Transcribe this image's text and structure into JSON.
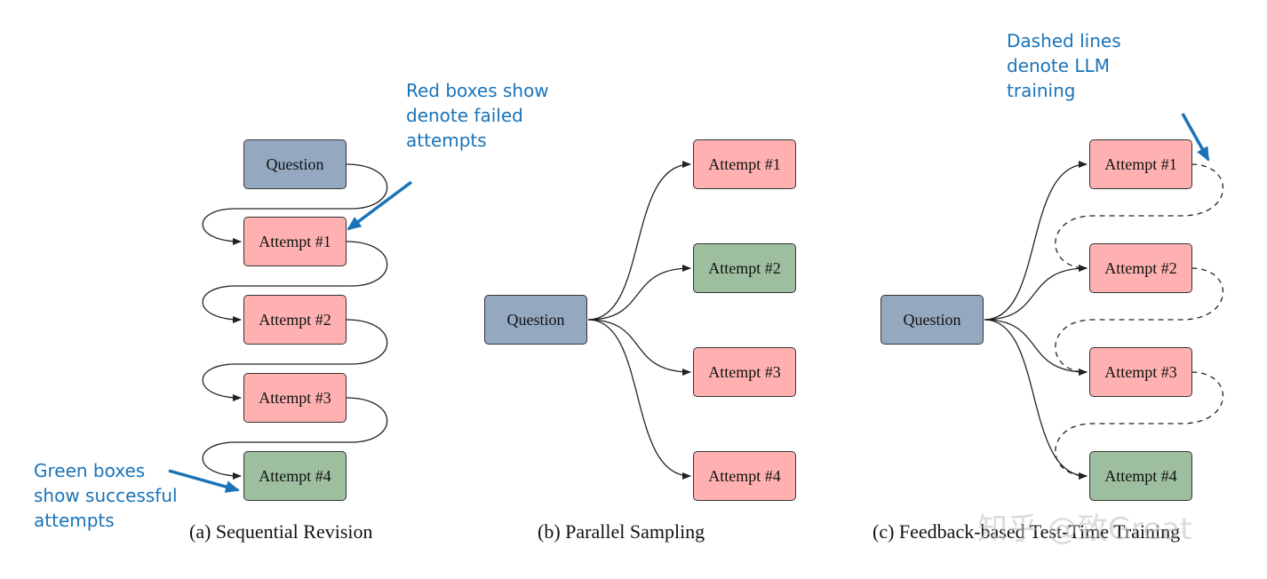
{
  "panel_a": {
    "caption": "(a)  Sequential Revision",
    "question": "Question",
    "attempts": [
      "Attempt #1",
      "Attempt #2",
      "Attempt #3",
      "Attempt #4"
    ],
    "note_red": [
      "Red boxes show",
      "denote failed",
      "attempts"
    ],
    "note_green": [
      "Green boxes",
      "show successful",
      "attempts"
    ]
  },
  "panel_b": {
    "caption": "(b)  Parallel Sampling",
    "question": "Question",
    "attempts": [
      "Attempt #1",
      "Attempt #2",
      "Attempt #3",
      "Attempt #4"
    ]
  },
  "panel_c": {
    "caption": "(c)  Feedback-based Test-Time Training",
    "question": "Question",
    "attempts": [
      "Attempt #1",
      "Attempt #2",
      "Attempt #3",
      "Attempt #4"
    ],
    "note_dashed": [
      "Dashed lines",
      "denote LLM",
      "training"
    ]
  },
  "colors": {
    "question": "#94a8c0",
    "failed": "#ffb1b1",
    "success": "#9ebf9f",
    "annotation": "#1a73b8"
  },
  "watermark": "知乎 @致Great"
}
